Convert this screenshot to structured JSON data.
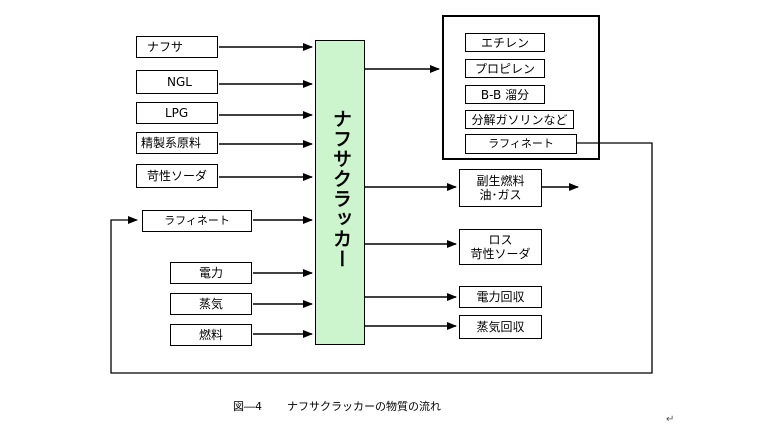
{
  "inputs": {
    "naphtha": "ナフサ",
    "ngl": "NGL",
    "lpg": "LPG",
    "refinery_feedstock": "精製系原料",
    "caustic_soda": "苛性ソーダ",
    "raffinate": "ラフィネート",
    "electricity": "電力",
    "steam": "蒸気",
    "fuel": "燃料"
  },
  "center": {
    "label": "ナフサクラッカー"
  },
  "products": {
    "ethylene": "エチレン",
    "propylene": "プロピレン",
    "bb_fraction": "B-B 溜分",
    "cracked_gasoline": "分解ガソリンなど",
    "raffinate": "ラフィネート"
  },
  "outputs": {
    "byproduct_fuel_line1": "副生燃料",
    "byproduct_fuel_line2": "油･ガス",
    "loss_line1": "ロス",
    "loss_line2": "苛性ソーダ",
    "power_recovery": "電力回収",
    "steam_recovery": "蒸気回収"
  },
  "caption": {
    "figure_number": "図―4",
    "title": "ナフサクラッカーの物質の流れ"
  },
  "marks": {
    "return_mark": "↵"
  }
}
